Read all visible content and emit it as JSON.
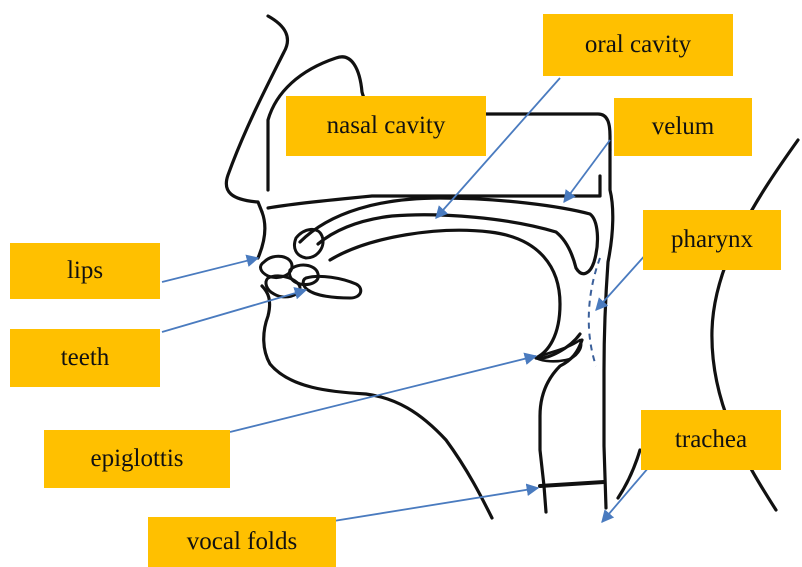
{
  "labels": {
    "oral_cavity": "oral cavity",
    "nasal_cavity": "nasal cavity",
    "velum": "velum",
    "pharynx": "pharynx",
    "lips": "lips",
    "teeth": "teeth",
    "epiglottis": "epiglottis",
    "trachea": "trachea",
    "vocal_folds": "vocal folds"
  },
  "colors": {
    "label_fill": "#ffc000",
    "arrow": "#4a7bbf",
    "outline": "#111111"
  }
}
